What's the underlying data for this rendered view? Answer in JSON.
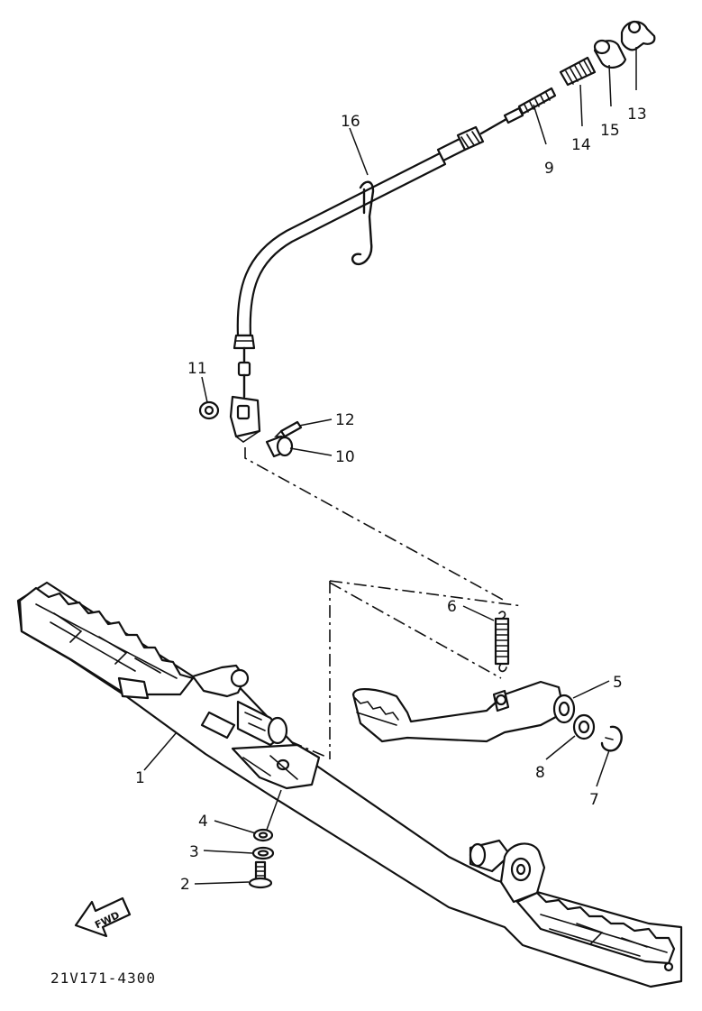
{
  "diagram_code": "21V171-4300",
  "fwd_label": "FWD",
  "part_numbers": {
    "p1": "1",
    "p2": "2",
    "p3": "3",
    "p4": "4",
    "p5": "5",
    "p6": "6",
    "p7": "7",
    "p8": "8",
    "p9": "9",
    "p10": "10",
    "p11": "11",
    "p12": "12",
    "p13": "13",
    "p14": "14",
    "p15": "15",
    "p16": "16"
  },
  "colors": {
    "ink": "#111111",
    "paper": "#ffffff"
  }
}
